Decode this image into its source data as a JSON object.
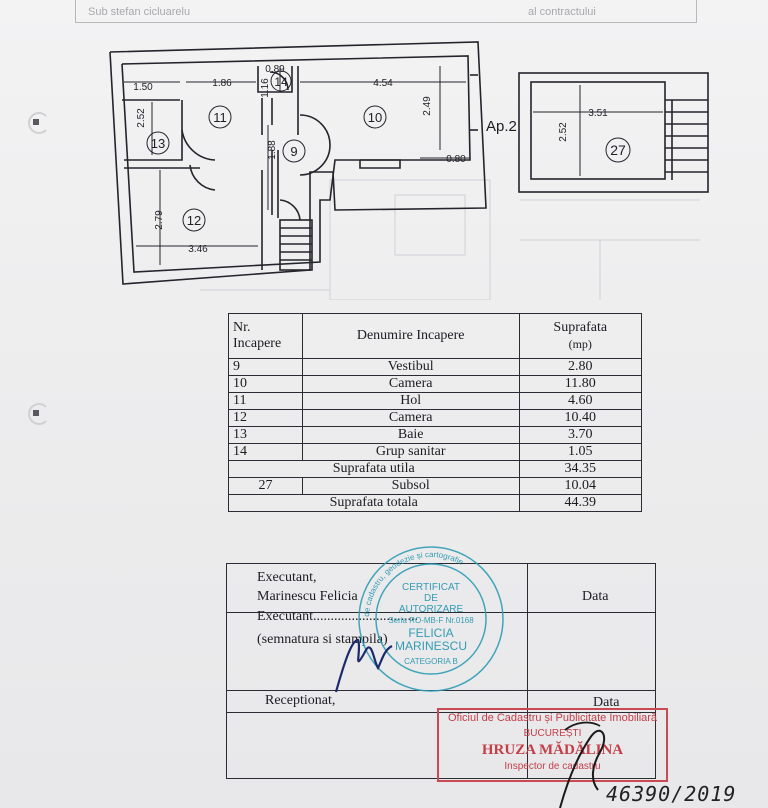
{
  "header_faint": {
    "left": "Sub stefan cicluarelu",
    "right": "al contractului"
  },
  "plan": {
    "apartment_label": "Ap.2",
    "dimensions": [
      "1.50",
      "1.86",
      "0.89",
      "1.16",
      "4.54",
      "2.52",
      "2.49",
      "1.88",
      "0.80",
      "2.79",
      "3.46",
      "3.51",
      "2.52"
    ],
    "rooms": [
      "11",
      "14",
      "10",
      "13",
      "9",
      "12",
      "27"
    ]
  },
  "table": {
    "headers": {
      "nr": [
        "Nr.",
        "Incapere"
      ],
      "name": "Denumire Incapere",
      "area": [
        "Suprafata",
        "(mp)"
      ]
    },
    "rows": [
      {
        "nr": "9",
        "name": "Vestibul",
        "area": "2.80"
      },
      {
        "nr": "10",
        "name": "Camera",
        "area": "11.80"
      },
      {
        "nr": "11",
        "name": "Hol",
        "area": "4.60"
      },
      {
        "nr": "12",
        "name": "Camera",
        "area": "10.40"
      },
      {
        "nr": "13",
        "name": "Baie",
        "area": "3.70"
      },
      {
        "nr": "14",
        "name": "Grup sanitar",
        "area": "1.05"
      }
    ],
    "useful": {
      "label": "Suprafata utila",
      "area": "34.35"
    },
    "basement": {
      "nr": "27",
      "name": "Subsol",
      "area": "10.04"
    },
    "total": {
      "label": "Suprafata totala",
      "area": "44.39"
    }
  },
  "signatures": {
    "executant1": "Executant,",
    "executant_name": "Marinescu Felicia",
    "data1": "Data",
    "executant2": "Executant..............................",
    "semnatura": "(semnatura si stampila)",
    "receptionat": "Receptionat,",
    "data2": "Data"
  },
  "stamp": {
    "ring": "Membru al ANCPI să execute lucrări de cadastru, geodezie și cartografie",
    "l1": "CERTIFICAT",
    "l2": "DE",
    "l3": "AUTORIZARE",
    "l4": "Seria RO-MB-F Nr.0168",
    "l5": "FELICIA",
    "l6": "MARINESCU",
    "l7": "CATEGORIA B"
  },
  "office_stamp": {
    "line1": "Oficiul de Cadastru și Publicitate Imobiliară",
    "line2": "BUCUREȘTI",
    "line3": "HRUZA MĂDĂLINA",
    "line4": "Inspector de cadastru"
  },
  "handwritten_number": "46390/2019"
}
